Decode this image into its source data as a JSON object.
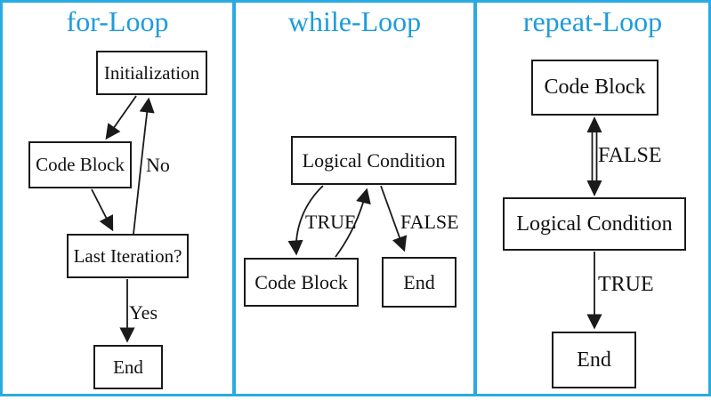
{
  "colors": {
    "accent": "#29ABE2",
    "title": "#1E9CDC",
    "stroke": "#1a1a1a"
  },
  "panels": [
    {
      "title": "for-Loop",
      "nodes": {
        "initialization": "Initialization",
        "code_block": "Code Block",
        "last_iteration": "Last Iteration?",
        "end": "End"
      },
      "edge_labels": {
        "no": "No",
        "yes": "Yes"
      }
    },
    {
      "title": "while-Loop",
      "nodes": {
        "logical_condition": "Logical Condition",
        "code_block": "Code Block",
        "end": "End"
      },
      "edge_labels": {
        "true": "TRUE",
        "false": "FALSE"
      }
    },
    {
      "title": "repeat-Loop",
      "nodes": {
        "code_block": "Code Block",
        "logical_condition": "Logical Condition",
        "end": "End"
      },
      "edge_labels": {
        "false": "FALSE",
        "true": "TRUE"
      }
    }
  ]
}
